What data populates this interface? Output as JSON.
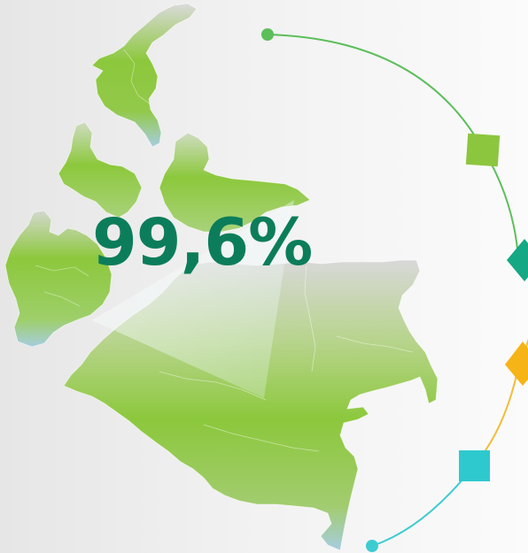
{
  "headline": {
    "value": "99,6%"
  },
  "colors": {
    "headline_text": "#0c7d5a",
    "map_green": "#8cc83c",
    "map_blue": "#a6cde0",
    "map_grey": "#d8d8d8",
    "arc_green": "#5cbf5a",
    "marker_lime": "#8cc63f",
    "marker_teal": "#14a884",
    "marker_amber": "#f7b416",
    "marker_cyan": "#2ec9cf",
    "arc_cyan": "#3ecbd0"
  },
  "icons": {
    "map": "map-of-colombia-regions",
    "markers": [
      "square-marker",
      "diamond-marker",
      "diamond-marker",
      "square-marker"
    ]
  }
}
